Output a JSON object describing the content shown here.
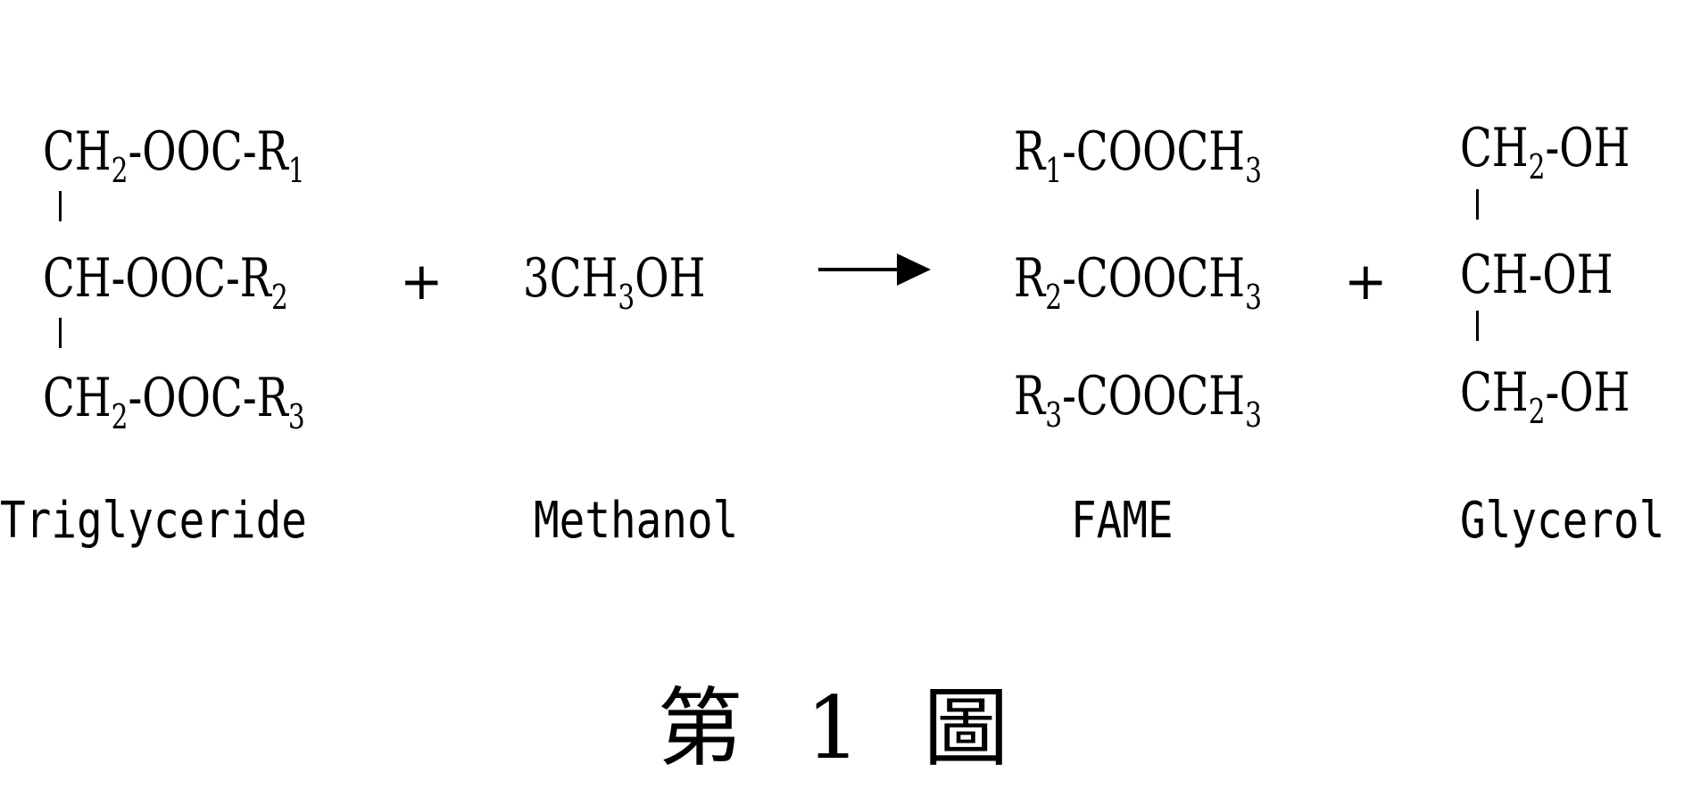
{
  "reactants": {
    "triglyceride": {
      "line1": {
        "main": "CH",
        "sub1": "2",
        "mid": "-OOC-R",
        "sub2": "1"
      },
      "line2": {
        "main": "CH-OOC-R",
        "sub1": "2"
      },
      "line3": {
        "main": "CH",
        "sub1": "2",
        "mid": "-OOC-R",
        "sub2": "3"
      },
      "label": "Triglyceride"
    },
    "plus": "+",
    "methanol": {
      "formula": {
        "pre": "3CH",
        "sub1": "3",
        "post": "OH"
      },
      "label": "Methanol"
    }
  },
  "arrow": {
    "direction": "right",
    "color": "#000000"
  },
  "products": {
    "fame": {
      "line1": {
        "pre": "R",
        "sub1": "1",
        "post": "-COOCH",
        "sub2": "3"
      },
      "line2": {
        "pre": "R",
        "sub1": "2",
        "post": "-COOCH",
        "sub2": "3"
      },
      "line3": {
        "pre": "R",
        "sub1": "3",
        "post": "-COOCH",
        "sub2": "3"
      },
      "label": "FAME"
    },
    "plus": "+",
    "glycerol": {
      "line1": {
        "pre": "CH",
        "sub1": "2",
        "post": "-OH"
      },
      "line2": {
        "main": "CH-OH"
      },
      "line3": {
        "pre": "CH",
        "sub1": "2",
        "post": "-OH"
      },
      "label": "Glycerol"
    }
  },
  "caption": "第 1 圖"
}
